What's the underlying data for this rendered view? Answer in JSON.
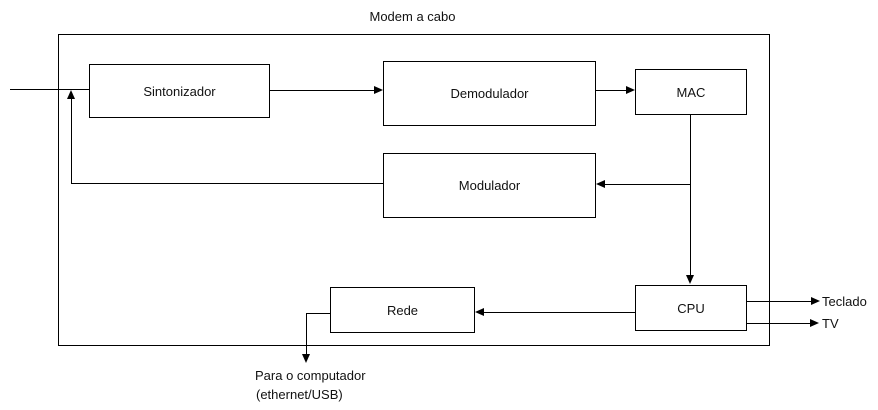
{
  "title": "Modem a cabo",
  "blocks": [
    {
      "id": "sintonizador",
      "label": "Sintonizador"
    },
    {
      "id": "demodulador",
      "label": "Demodulador"
    },
    {
      "id": "mac",
      "label": "MAC"
    },
    {
      "id": "modulador",
      "label": "Modulador"
    },
    {
      "id": "rede",
      "label": "Rede"
    },
    {
      "id": "cpu",
      "label": "CPU"
    }
  ],
  "external_labels": {
    "teclado": "Teclado",
    "tv": "TV",
    "computer_line1": "Para o computador",
    "computer_line2": "(ethernet/USB)"
  },
  "colors": {
    "line": "#000000",
    "text": "#111111",
    "background": "#ffffff"
  }
}
